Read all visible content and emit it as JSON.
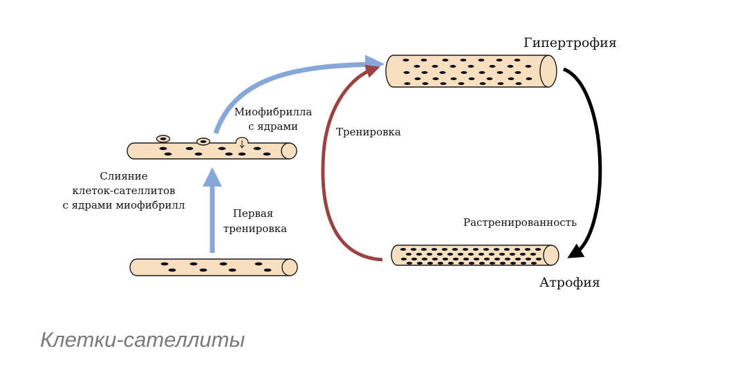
{
  "colors": {
    "fiber_fill": "#f7dfbf",
    "fiber_stroke": "#1a1a1a",
    "nucleus": "#0d0f1c",
    "arrow_blue": "#87a7d9",
    "arrow_red": "#9b4243",
    "arrow_black": "#000000",
    "caption": "#7a7a7a"
  },
  "labels": {
    "hypertrophy": "Гипертрофия",
    "atrophy": "Атрофия",
    "myofibril_line1": "Миофибрилла",
    "myofibril_line2": "с ядрами",
    "training": "Тренировка",
    "detraining": "Растренированность",
    "first_training_line1": "Первая",
    "first_training_line2": "тренировка",
    "fusion_line1": "Слияние",
    "fusion_line2": "клеток-сателлитов",
    "fusion_line3": "с ядрами миофибрилл"
  },
  "caption": "Клетки-сателлиты"
}
